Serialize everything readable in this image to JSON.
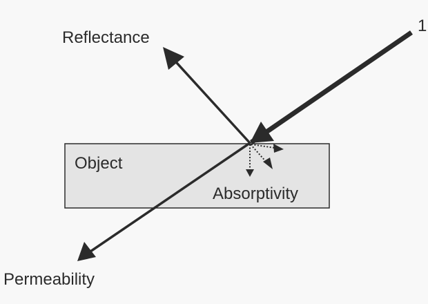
{
  "diagram": {
    "labels": {
      "incident": "1",
      "reflectance": "Reflectance",
      "object": "Object",
      "absorptivity": "Absorptivity",
      "permeability": "Permeability"
    },
    "colors": {
      "background": "#f8f8f8",
      "object_fill": "#e4e4e4",
      "object_stroke": "#2b2b2b",
      "line": "#2b2b2b",
      "text": "#2b2b2b"
    }
  }
}
